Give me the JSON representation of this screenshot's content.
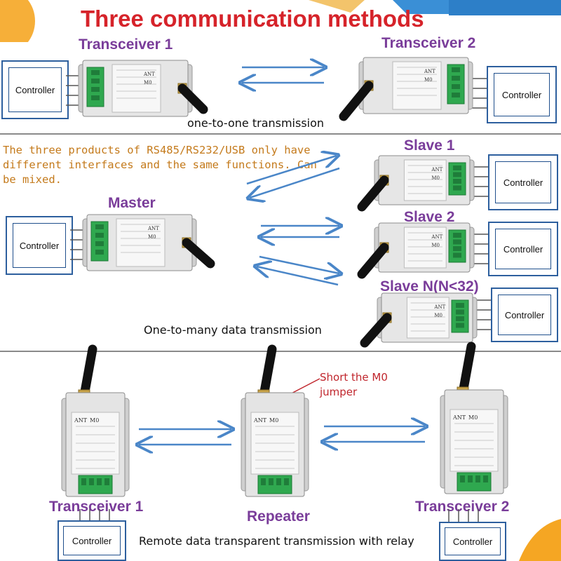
{
  "title": "Three communication methods",
  "colors": {
    "title": "#d6232a",
    "labels": "#7a3d9a",
    "arrows": "#4a86c8",
    "controller_border": "#2d5f9e",
    "note": "#c47a1b",
    "terminal": "#2fa84f"
  },
  "section1": {
    "left_label": "Transceiver 1",
    "right_label": "Transceiver 2",
    "caption": "one-to-one transmission",
    "controller": "Controller"
  },
  "section2": {
    "note": "The three products of RS485/RS232/USB only have different interfaces and the same functions. Can be mixed.",
    "master_label": "Master",
    "slaves": [
      "Slave 1",
      "Slave 2",
      "Slave N(N<32)"
    ],
    "caption": "One-to-many data transmission",
    "controller": "Controller"
  },
  "section3": {
    "left_label": "Transceiver 1",
    "center_label": "Repeater",
    "right_label": "Transceiver 2",
    "jumper_note": "Short the M0 jumper",
    "caption": "Remote data transparent transmission with relay",
    "controller": "Controller"
  },
  "device_text": {
    "ant": "ANT",
    "m0": "M0"
  }
}
